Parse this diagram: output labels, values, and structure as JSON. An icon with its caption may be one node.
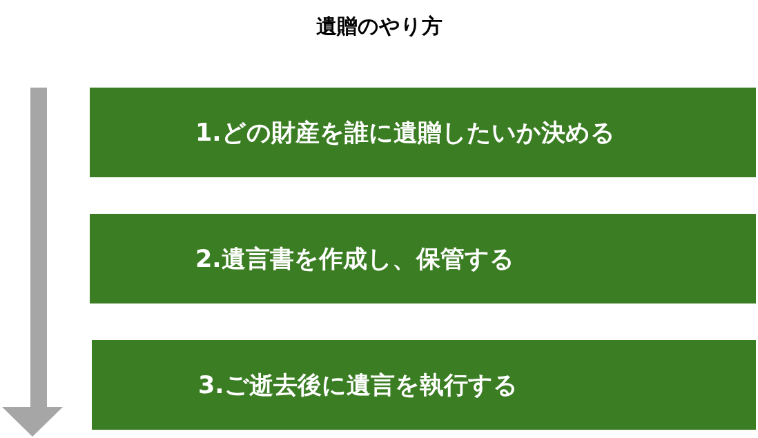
{
  "diagram": {
    "title": "遺贈のやり方",
    "nodes": [
      {
        "text": [
          "1.どの財産を誰に遺贈したいか決める"
        ]
      },
      {
        "text": [
          "2.遺言書を作成し、保管する"
        ]
      },
      {
        "text": [
          "3.ご逝去後に遺言を執行する"
        ]
      }
    ]
  }
}
